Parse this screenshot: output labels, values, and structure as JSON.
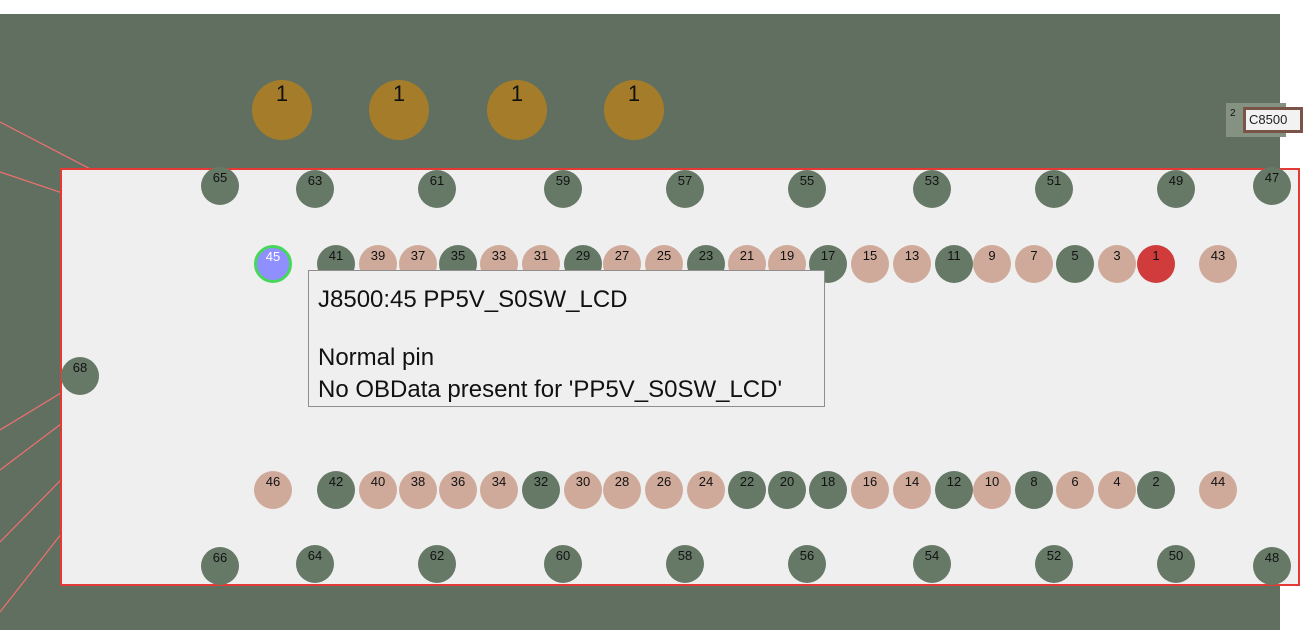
{
  "board": {
    "mounting_pads": [
      "1",
      "1",
      "1",
      "1"
    ],
    "nearby_component": {
      "pin": "2",
      "reference": "C8500"
    }
  },
  "pins": {
    "outer_top": [
      "65",
      "63",
      "61",
      "59",
      "57",
      "55",
      "53",
      "51",
      "49",
      "47"
    ],
    "row_a": [
      "41",
      "39",
      "37",
      "35",
      "33",
      "31",
      "29",
      "27",
      "25",
      "23",
      "21",
      "19",
      "17",
      "15",
      "13",
      "11",
      "9",
      "7",
      "5",
      "3",
      "1",
      "43"
    ],
    "row_b": [
      "46",
      "42",
      "40",
      "38",
      "36",
      "34",
      "32",
      "30",
      "28",
      "26",
      "24",
      "22",
      "20",
      "18",
      "16",
      "14",
      "12",
      "10",
      "8",
      "6",
      "4",
      "2",
      "44"
    ],
    "outer_bottom": [
      "66",
      "64",
      "62",
      "60",
      "58",
      "56",
      "54",
      "52",
      "50",
      "48"
    ],
    "side": "68",
    "selected": "45"
  },
  "tooltip": {
    "title": "J8500:45  PP5V_S0SW_LCD",
    "line1": "Normal pin",
    "line2": "No OBData present for 'PP5V_S0SW_LCD'"
  },
  "colors": {
    "board": "#606f5f",
    "outline": "#e53935",
    "ground_pad": "#667967",
    "signal_pad": "#cfaa9a",
    "marked_pad": "#d03c3c",
    "selected_pad": "#8f8fff",
    "mounting_pad": "#a57d2a",
    "trace": "#f07070"
  }
}
